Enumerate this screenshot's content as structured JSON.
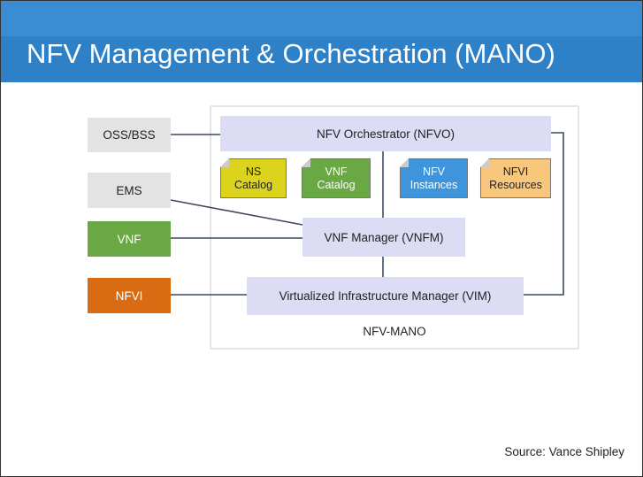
{
  "title": "NFV Management & Orchestration (MANO)",
  "external": {
    "oss_bss": "OSS/BSS",
    "ems": "EMS",
    "vnf": "VNF",
    "nfvi": "NFVI"
  },
  "mano": {
    "nfvo": "NFV Orchestrator (NFVO)",
    "vnfm": "VNF Manager (VNFM)",
    "vim": "Virtualized Infrastructure Manager (VIM)",
    "label": "NFV-MANO"
  },
  "repositories": [
    {
      "line1": "NS",
      "line2": "Catalog",
      "color": "#dcd31c"
    },
    {
      "line1": "VNF",
      "line2": "Catalog",
      "color": "#69a843"
    },
    {
      "line1": "NFV",
      "line2": "Instances",
      "color": "#3f95db"
    },
    {
      "line1": "NFVI",
      "line2": "Resources",
      "color": "#f9c77b"
    }
  ],
  "source": "Source: Vance Shipley"
}
